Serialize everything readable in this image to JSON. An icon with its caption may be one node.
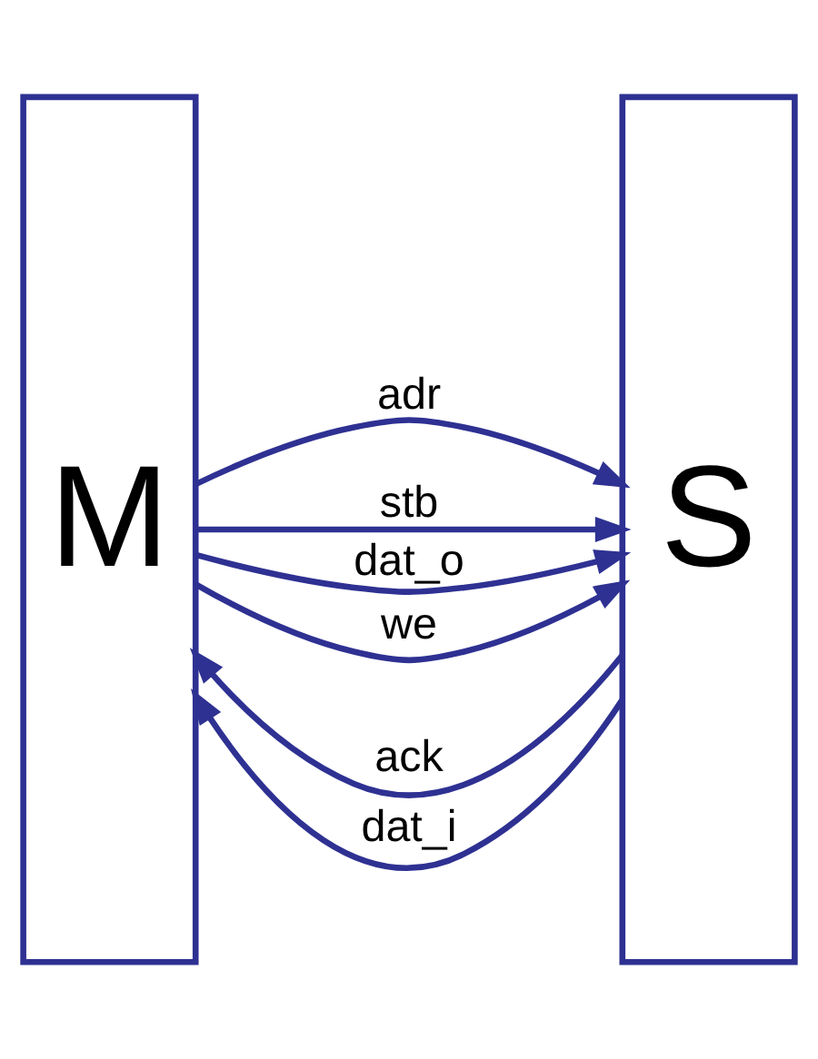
{
  "diagram": {
    "nodes": [
      {
        "text": [
          "M"
        ]
      },
      {
        "text": [
          "S"
        ]
      }
    ],
    "edges": [
      {
        "from": 0,
        "to": 1,
        "label": "adr",
        "arrow": "to"
      },
      {
        "from": 0,
        "to": 1,
        "label": "stb",
        "arrow": "to"
      },
      {
        "from": 1,
        "to": 0,
        "label": "ack",
        "arrow": "to"
      },
      {
        "from": 0,
        "to": 1,
        "label": "dat_o",
        "arrow": "to"
      },
      {
        "from": 1,
        "to": 0,
        "label": "dat_i",
        "arrow": "to"
      },
      {
        "from": 0,
        "to": 1,
        "label": "we",
        "arrow": "to"
      }
    ]
  }
}
